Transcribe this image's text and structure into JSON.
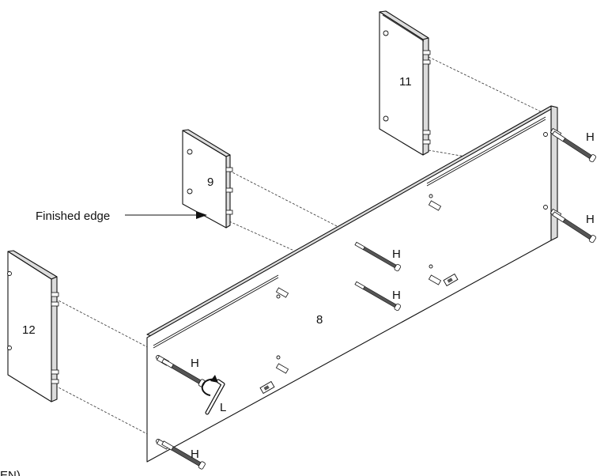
{
  "labels": {
    "part_8": "8",
    "part_9": "9",
    "part_11": "11",
    "part_12": "12",
    "hardware_h": "H",
    "tool_l": "L",
    "finished_edge": "Finished edge",
    "footer_fragment": "EN)"
  },
  "icons": {
    "allen_key": "allen-key-icon",
    "rotate_arrow": "rotate-arrow-icon",
    "leader_arrow": "arrow-right-icon"
  },
  "colors": {
    "line": "#111111",
    "background": "#ffffff",
    "edge_fill": "#dcdcdc"
  }
}
